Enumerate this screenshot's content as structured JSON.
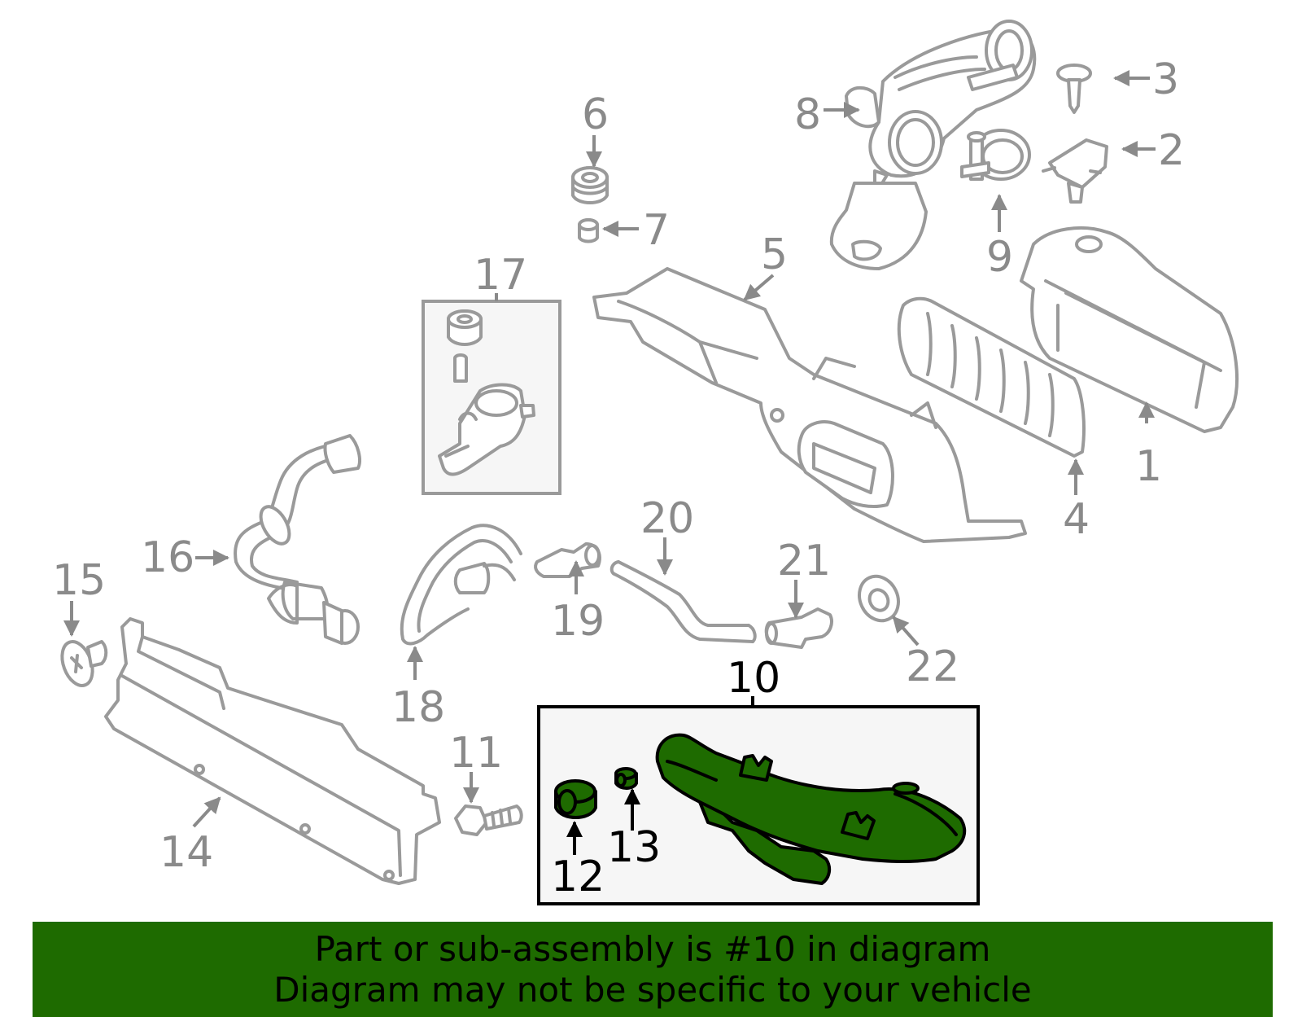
{
  "callouts": [
    {
      "id": "1",
      "label": "1"
    },
    {
      "id": "2",
      "label": "2"
    },
    {
      "id": "3",
      "label": "3"
    },
    {
      "id": "4",
      "label": "4"
    },
    {
      "id": "5",
      "label": "5"
    },
    {
      "id": "6",
      "label": "6"
    },
    {
      "id": "7",
      "label": "7"
    },
    {
      "id": "8",
      "label": "8"
    },
    {
      "id": "9",
      "label": "9"
    },
    {
      "id": "10",
      "label": "10"
    },
    {
      "id": "11",
      "label": "11"
    },
    {
      "id": "12",
      "label": "12"
    },
    {
      "id": "13",
      "label": "13"
    },
    {
      "id": "14",
      "label": "14"
    },
    {
      "id": "15",
      "label": "15"
    },
    {
      "id": "16",
      "label": "16"
    },
    {
      "id": "17",
      "label": "17"
    },
    {
      "id": "18",
      "label": "18"
    },
    {
      "id": "19",
      "label": "19"
    },
    {
      "id": "20",
      "label": "20"
    },
    {
      "id": "21",
      "label": "21"
    },
    {
      "id": "22",
      "label": "22"
    }
  ],
  "highlighted_part": "10",
  "colors": {
    "highlight_fill": "#1e6b00",
    "banner_background": "#1e6b00",
    "part_outline": "#9a9a9a",
    "callout_text": "#8a8a8a",
    "box_background": "#f6f6f6"
  },
  "banner": {
    "line1": "Part or sub-assembly is #10 in diagram",
    "line2": "Diagram may not be specific to your vehicle"
  }
}
